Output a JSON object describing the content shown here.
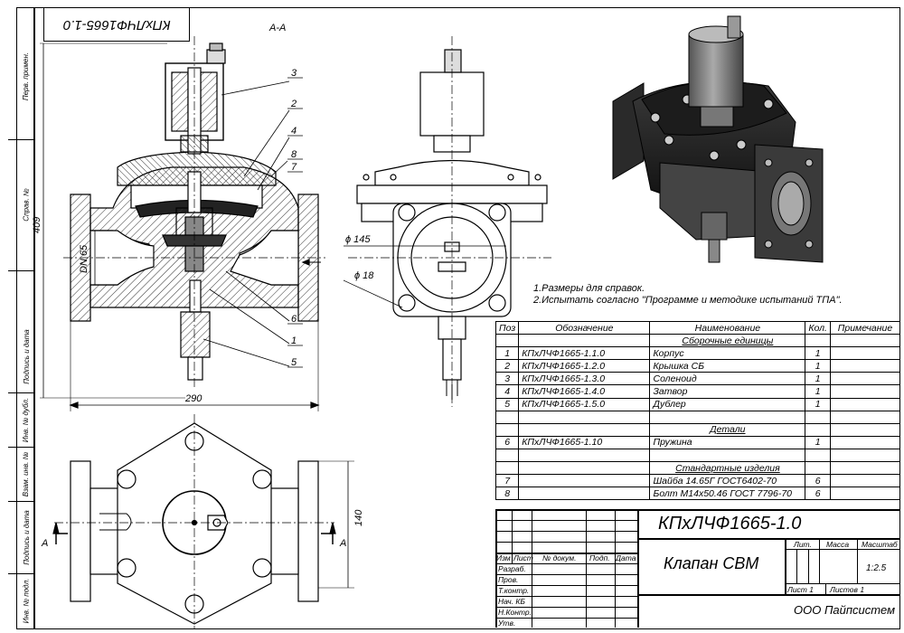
{
  "frame": {
    "side_labels": [
      "Перв. примен.",
      "Справ. №",
      "Подпись и дата",
      "Инв. № дубл.",
      "Взам. инв. №",
      "Подпись и дата",
      "Инв. № подл."
    ],
    "rotated_code": "КПхЛЧФ1665-1.0"
  },
  "section_view": {
    "title": "А-А",
    "callouts": [
      "3",
      "2",
      "4",
      "8",
      "7",
      "6",
      "1",
      "5"
    ],
    "dn_label": "DN 65",
    "height_dim": "409",
    "width_dim": "290"
  },
  "side_view": {
    "dia_outer": "ϕ 145",
    "dia_hole": "ϕ 18"
  },
  "plan_view": {
    "section_mark_left": "A",
    "section_mark_right": "A",
    "height_dim": "140"
  },
  "notes": [
    "1.Размеры для справок.",
    "2.Испытать согласно \"Программе и методике испытаний ТПА\"."
  ],
  "spec_table": {
    "headers": [
      "Поз",
      "Обозначение",
      "Наименование",
      "Кол.",
      "Примечание"
    ],
    "sections": {
      "assemblies": "Сборочные единицы",
      "parts": "Детали",
      "standard": "Стандартные изделия"
    },
    "assemblies": [
      {
        "pos": "1",
        "code": "КПхЛЧФ1665-1.1.0",
        "name": "Корпус",
        "qty": "1"
      },
      {
        "pos": "2",
        "code": "КПхЛЧФ1665-1.2.0",
        "name": "Крышка СБ",
        "qty": "1"
      },
      {
        "pos": "3",
        "code": "КПхЛЧФ1665-1.3.0",
        "name": "Соленоид",
        "qty": "1"
      },
      {
        "pos": "4",
        "code": "КПхЛЧФ1665-1.4.0",
        "name": "Затвор",
        "qty": "1"
      },
      {
        "pos": "5",
        "code": "КПхЛЧФ1665-1.5.0",
        "name": "Дублер",
        "qty": "1"
      }
    ],
    "parts": [
      {
        "pos": "6",
        "code": "КПхЛЧФ1665-1.10",
        "name": "Пружина",
        "qty": "1"
      }
    ],
    "standard": [
      {
        "pos": "7",
        "code": "",
        "name": "Шайба 14.65Г ГОСТ6402-70",
        "qty": "6"
      },
      {
        "pos": "8",
        "code": "",
        "name": "Болт М14х50.46 ГОСТ 7796-70",
        "qty": "6"
      }
    ]
  },
  "title_block": {
    "designation": "КПхЛЧФ1665-1.0",
    "name": "Клапан СВМ",
    "company": "ООО Пайпсистем",
    "scale": "1:2.5",
    "sheet": "Лист 1",
    "sheets": "Листов 1",
    "col_headers": [
      "Изм",
      "Лист",
      "№ докум.",
      "Подп.",
      "Дата"
    ],
    "roles": [
      "Разраб.",
      "Пров.",
      "Т.контр.",
      "Нач. КБ",
      "Н.Контр.",
      "Утв."
    ],
    "lit_label": "Лит.",
    "mass_label": "Масса",
    "scale_label": "Масштаб"
  }
}
